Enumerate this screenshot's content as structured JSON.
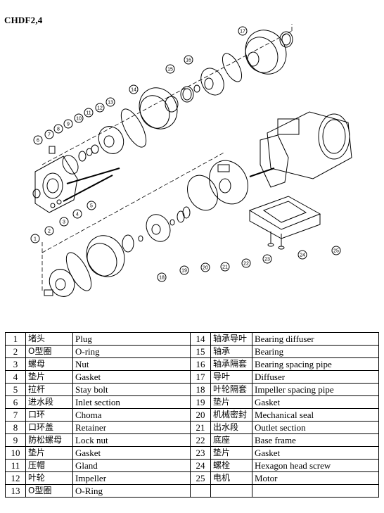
{
  "title": "CHDF2,4",
  "callouts": [
    "1",
    "2",
    "3",
    "4",
    "5",
    "6",
    "7",
    "8",
    "9",
    "10",
    "11",
    "12",
    "13",
    "14",
    "15",
    "16",
    "17",
    "18",
    "19",
    "20",
    "21",
    "22",
    "23",
    "24",
    "25"
  ],
  "parts": [
    {
      "no": "1",
      "cn": "堵头",
      "en": "Plug"
    },
    {
      "no": "2",
      "cn": "O型圈",
      "en": "O-ring"
    },
    {
      "no": "3",
      "cn": "螺母",
      "en": "Nut"
    },
    {
      "no": "4",
      "cn": "垫片",
      "en": "Gasket"
    },
    {
      "no": "5",
      "cn": "拉杆",
      "en": "Stay bolt"
    },
    {
      "no": "6",
      "cn": "进水段",
      "en": "Inlet section"
    },
    {
      "no": "7",
      "cn": "口环",
      "en": "Choma"
    },
    {
      "no": "8",
      "cn": "口环盖",
      "en": "Retainer"
    },
    {
      "no": "9",
      "cn": "防松螺母",
      "en": "Lock nut"
    },
    {
      "no": "10",
      "cn": "垫片",
      "en": "Gasket"
    },
    {
      "no": "11",
      "cn": "压帽",
      "en": "Gland"
    },
    {
      "no": "12",
      "cn": "叶轮",
      "en": "Impeller"
    },
    {
      "no": "13",
      "cn": "O型圈",
      "en": "O-Ring"
    },
    {
      "no": "14",
      "cn": "轴承导叶",
      "en": "Bearing diffuser"
    },
    {
      "no": "15",
      "cn": "轴承",
      "en": "Bearing"
    },
    {
      "no": "16",
      "cn": "轴承隔套",
      "en": "Bearing spacing pipe"
    },
    {
      "no": "17",
      "cn": "导叶",
      "en": "Diffuser"
    },
    {
      "no": "18",
      "cn": "叶轮隔套",
      "en": "Impeller spacing pipe"
    },
    {
      "no": "19",
      "cn": "垫片",
      "en": "Gasket"
    },
    {
      "no": "20",
      "cn": "机械密封",
      "en": "Mechanical seal"
    },
    {
      "no": "21",
      "cn": "出水段",
      "en": "Outlet section"
    },
    {
      "no": "22",
      "cn": "底座",
      "en": "Base frame"
    },
    {
      "no": "23",
      "cn": "垫片",
      "en": "Gasket"
    },
    {
      "no": "24",
      "cn": "螺栓",
      "en": "Hexagon head screw"
    },
    {
      "no": "25",
      "cn": "电机",
      "en": "Motor"
    }
  ]
}
